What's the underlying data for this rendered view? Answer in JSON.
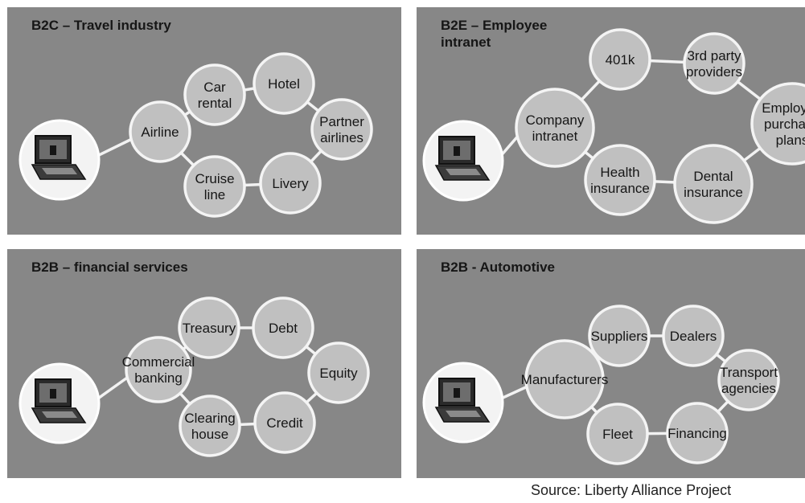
{
  "panels": [
    {
      "title": "B2C – Travel industry",
      "hub": {
        "label": [
          "Airline"
        ]
      },
      "nodes": [
        {
          "label": [
            "Car",
            "rental"
          ]
        },
        {
          "label": [
            "Hotel"
          ]
        },
        {
          "label": [
            "Partner",
            "airlines"
          ]
        },
        {
          "label": [
            "Livery"
          ]
        },
        {
          "label": [
            "Cruise",
            "line"
          ]
        }
      ]
    },
    {
      "title": "B2E – Employee\nintranet",
      "hub": {
        "label": [
          "Company",
          "intranet"
        ]
      },
      "nodes": [
        {
          "label": [
            "401k"
          ]
        },
        {
          "label": [
            "3rd party",
            "providers"
          ]
        },
        {
          "label": [
            "Employee",
            "purchase",
            "plans"
          ]
        },
        {
          "label": [
            "Dental",
            "insurance"
          ]
        },
        {
          "label": [
            "Health",
            "insurance"
          ]
        }
      ]
    },
    {
      "title": "B2B – financial services",
      "hub": {
        "label": [
          "Commercial",
          "banking"
        ]
      },
      "nodes": [
        {
          "label": [
            "Treasury"
          ]
        },
        {
          "label": [
            "Debt"
          ]
        },
        {
          "label": [
            "Equity"
          ]
        },
        {
          "label": [
            "Credit"
          ]
        },
        {
          "label": [
            "Clearing",
            "house"
          ]
        }
      ]
    },
    {
      "title": "B2B - Automotive",
      "hub": {
        "label": [
          "Manufacturers"
        ]
      },
      "nodes": [
        {
          "label": [
            "Suppliers"
          ]
        },
        {
          "label": [
            "Dealers"
          ]
        },
        {
          "label": [
            "Transport",
            "agencies"
          ]
        },
        {
          "label": [
            "Financing"
          ]
        },
        {
          "label": [
            "Fleet"
          ]
        }
      ]
    }
  ],
  "source": "Source: Liberty Alliance Project"
}
